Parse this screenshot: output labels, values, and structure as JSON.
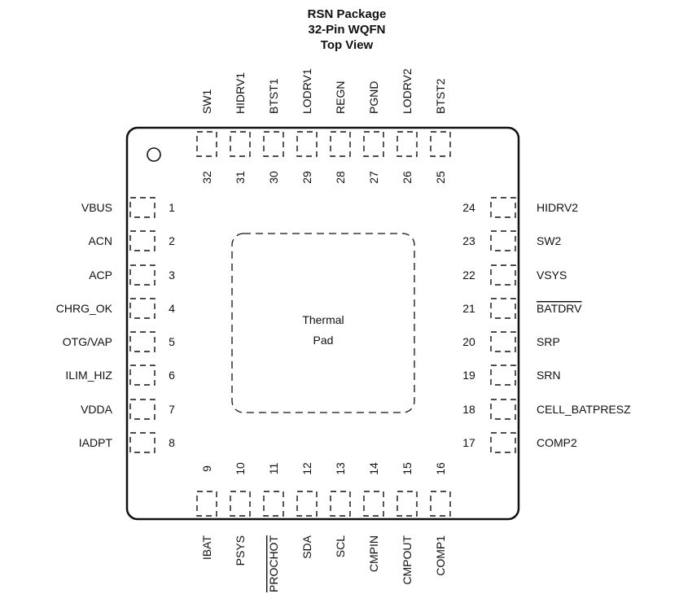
{
  "header": {
    "line1": "RSN Package",
    "line2": "32-Pin WQFN",
    "line3": "Top View"
  },
  "thermal_pad": {
    "line1": "Thermal",
    "line2": "Pad"
  },
  "pins": {
    "left": [
      {
        "num": "1",
        "name": "VBUS"
      },
      {
        "num": "2",
        "name": "ACN"
      },
      {
        "num": "3",
        "name": "ACP"
      },
      {
        "num": "4",
        "name": "CHRG_OK"
      },
      {
        "num": "5",
        "name": "OTG/VAP"
      },
      {
        "num": "6",
        "name": "ILIM_HIZ"
      },
      {
        "num": "7",
        "name": "VDDA"
      },
      {
        "num": "8",
        "name": "IADPT"
      }
    ],
    "bottom": [
      {
        "num": "9",
        "name": "IBAT"
      },
      {
        "num": "10",
        "name": "PSYS"
      },
      {
        "num": "11",
        "name": "PROCHOT",
        "overline": true
      },
      {
        "num": "12",
        "name": "SDA"
      },
      {
        "num": "13",
        "name": "SCL"
      },
      {
        "num": "14",
        "name": "CMPIN"
      },
      {
        "num": "15",
        "name": "CMPOUT"
      },
      {
        "num": "16",
        "name": "COMP1"
      }
    ],
    "right": [
      {
        "num": "17",
        "name": "COMP2"
      },
      {
        "num": "18",
        "name": "CELL_BATPRESZ"
      },
      {
        "num": "19",
        "name": "SRN"
      },
      {
        "num": "20",
        "name": "SRP"
      },
      {
        "num": "21",
        "name": "BATDRV",
        "overline": true
      },
      {
        "num": "22",
        "name": "VSYS"
      },
      {
        "num": "23",
        "name": "SW2"
      },
      {
        "num": "24",
        "name": "HIDRV2"
      }
    ],
    "top": [
      {
        "num": "25",
        "name": "BTST2"
      },
      {
        "num": "26",
        "name": "LODRV2"
      },
      {
        "num": "27",
        "name": "PGND"
      },
      {
        "num": "28",
        "name": "REGN"
      },
      {
        "num": "29",
        "name": "LODRV1"
      },
      {
        "num": "30",
        "name": "BTST1"
      },
      {
        "num": "31",
        "name": "HIDRV1"
      },
      {
        "num": "32",
        "name": "SW1"
      }
    ]
  }
}
